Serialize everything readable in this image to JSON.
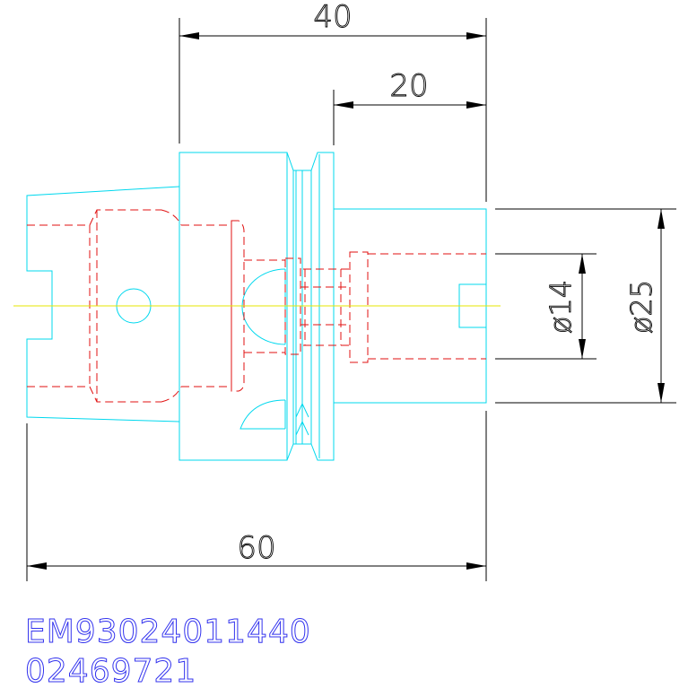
{
  "dimensions": {
    "overall_length": "60",
    "length_40": "40",
    "length_20": "20",
    "diameter_14": "ø14",
    "diameter_25": "ø25"
  },
  "part_codes": {
    "line1": "EM93024011440",
    "line2": "02469721"
  },
  "colors": {
    "outline": "#00d8ee",
    "hidden_lines": "#e01010",
    "dimensions": "#000000",
    "centerline": "#e6e600",
    "code_text": "#3333ee"
  }
}
